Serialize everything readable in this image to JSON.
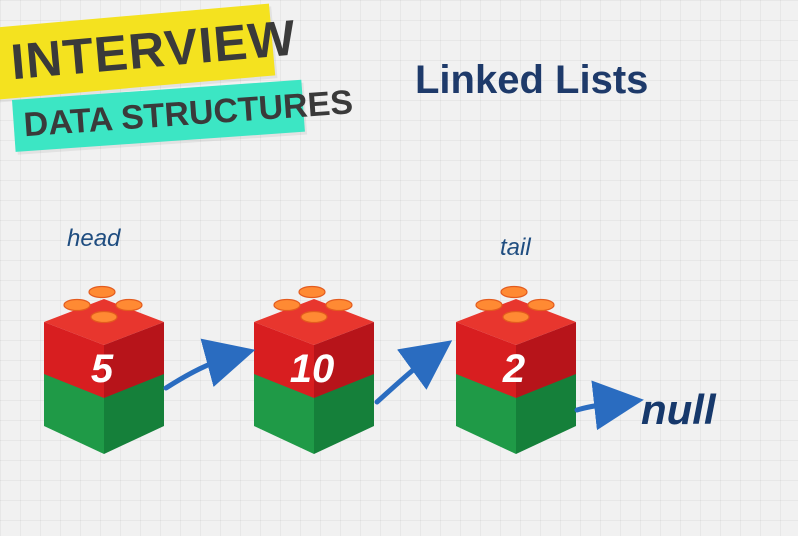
{
  "banner": {
    "line1": "INTERVIEW",
    "line2": "DATA STRUCTURES",
    "color1": "#f4e21f",
    "color2": "#3ce6c4"
  },
  "title": "Linked Lists",
  "labels": {
    "head": "head",
    "tail": "tail",
    "null": "null"
  },
  "nodes": [
    {
      "value": "5"
    },
    {
      "value": "10"
    },
    {
      "value": "2"
    }
  ],
  "colors": {
    "brick_red": "#d81e20",
    "brick_green": "#1fa04a",
    "arrow_blue": "#2a6cc0",
    "title_navy": "#1e3a6a"
  }
}
